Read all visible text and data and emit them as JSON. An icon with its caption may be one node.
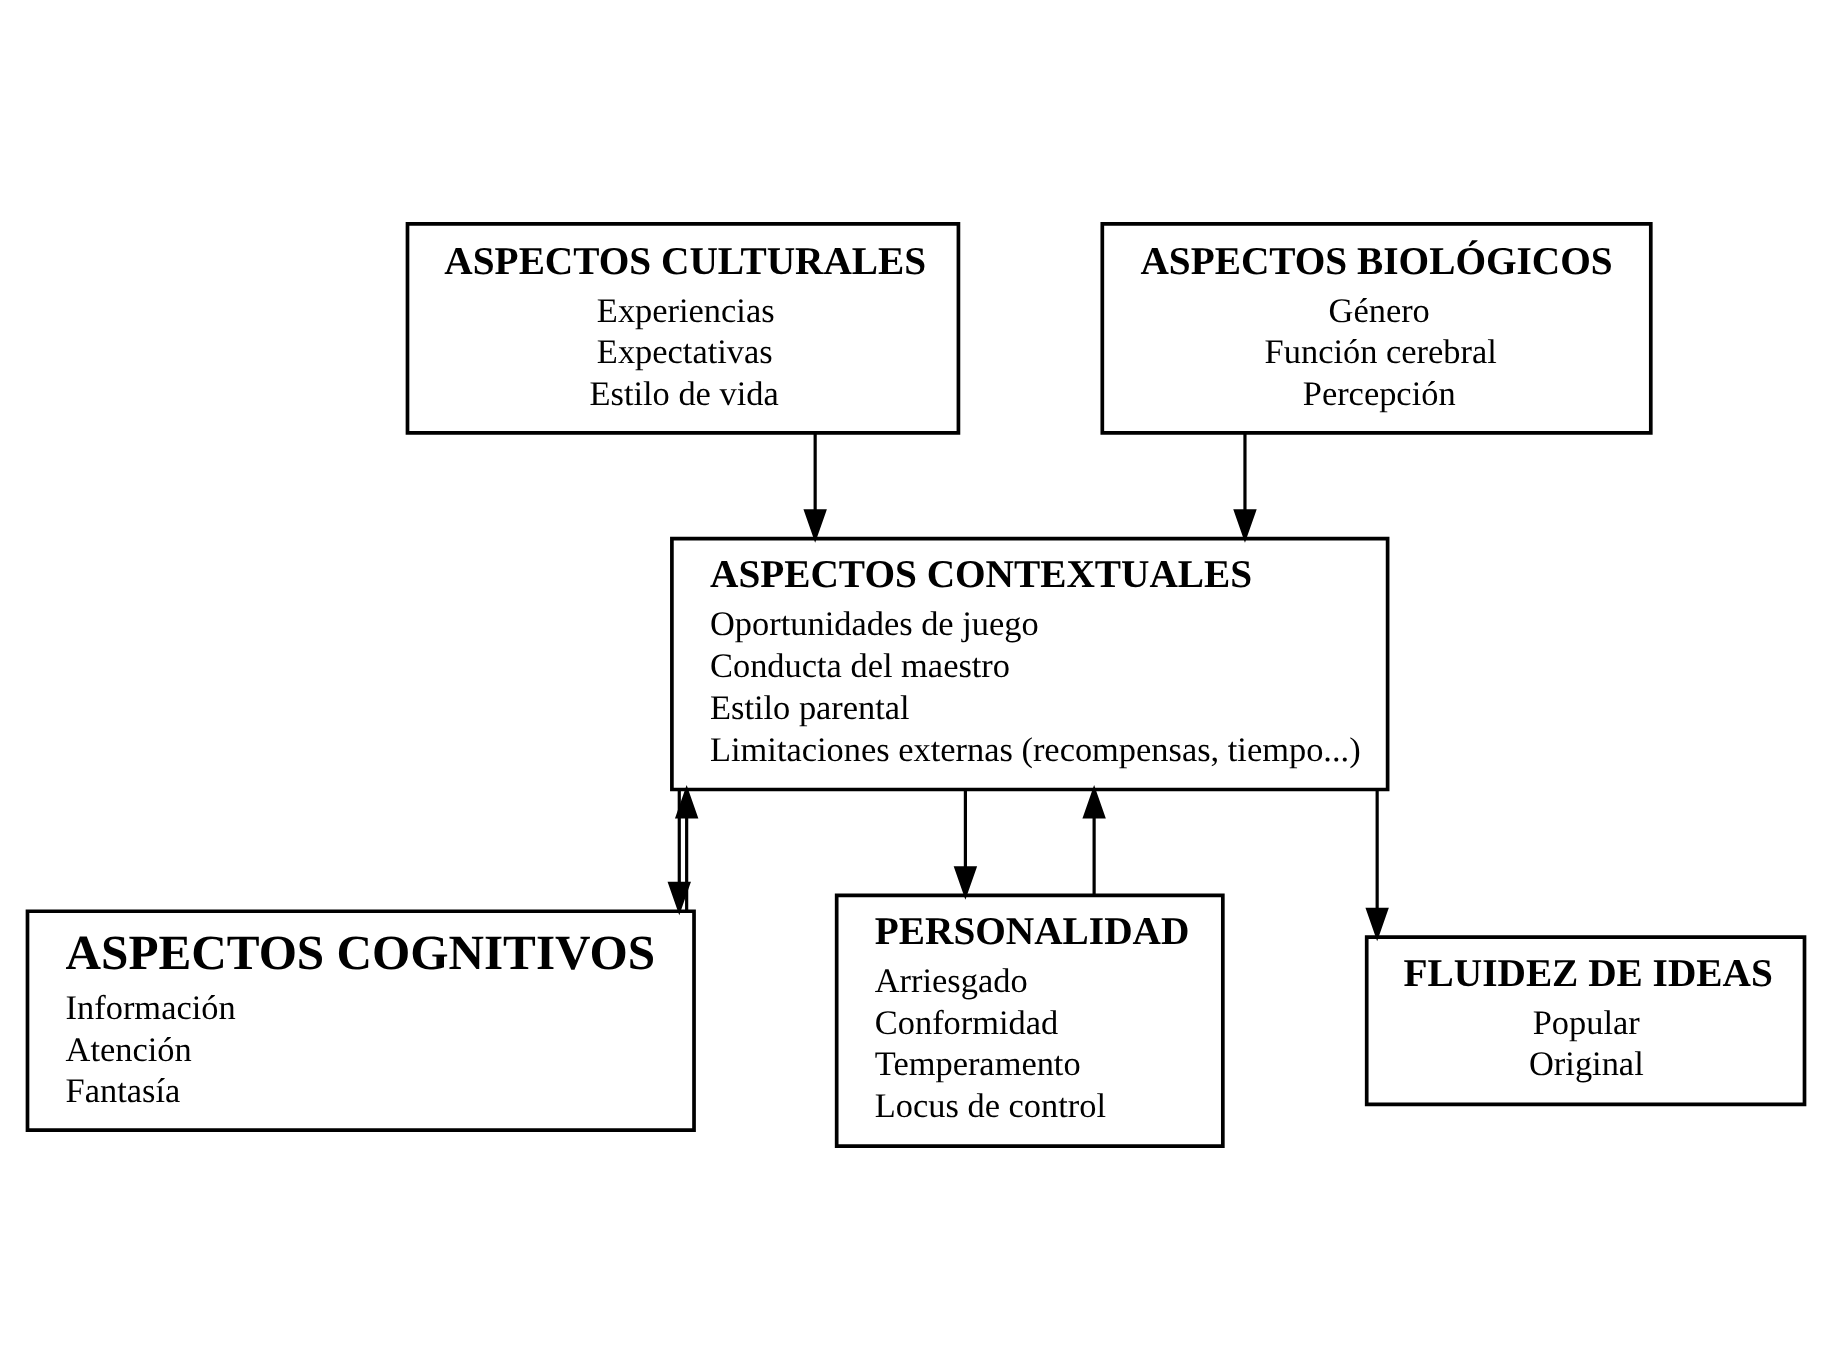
{
  "diagram": {
    "nodes": [
      {
        "text": [
          "ASPECTOS CULTURALES",
          "Experiencias",
          "Expectativas",
          "Estilo de vida"
        ]
      },
      {
        "text": [
          "ASPECTOS BIOLÓGICOS",
          "Género",
          "Función cerebral",
          "Percepción"
        ]
      },
      {
        "text": [
          "ASPECTOS CONTEXTUALES",
          "Oportunidades de juego",
          "Conducta del maestro",
          "Estilo parental",
          "Limitaciones externas (recompensas, tiempo...)"
        ]
      },
      {
        "text": [
          "ASPECTOS COGNITIVOS",
          "Información",
          "Atención",
          "Fantasía"
        ]
      },
      {
        "text": [
          "PERSONALIDAD",
          "Arriesgado",
          "Conformidad",
          "Temperamento",
          "Locus de control"
        ]
      },
      {
        "text": [
          "FLUIDEZ DE IDEAS",
          "Popular",
          "Original"
        ]
      }
    ],
    "edges": [
      {
        "from": 0,
        "to": 2,
        "arrow": "to"
      },
      {
        "from": 1,
        "to": 2,
        "arrow": "to"
      },
      {
        "from": 3,
        "to": 2,
        "arrow": "to"
      },
      {
        "from": 2,
        "to": 3,
        "arrow": "to"
      },
      {
        "from": 2,
        "to": 4,
        "arrow": "to"
      },
      {
        "from": 4,
        "to": 2,
        "arrow": "to"
      },
      {
        "from": 2,
        "to": 5,
        "arrow": "to"
      }
    ]
  }
}
